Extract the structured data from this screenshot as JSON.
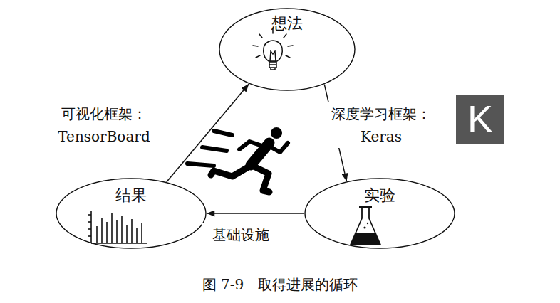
{
  "diagram": {
    "caption": "图 7-9　取得进展的循环",
    "nodes": [
      {
        "text": [
          "想法"
        ]
      },
      {
        "text": [
          "结果"
        ]
      },
      {
        "text": [
          "实验"
        ]
      }
    ],
    "edges": [
      {
        "from": 0,
        "to": 2,
        "arrow": "to",
        "label": "深度学习框架： Keras"
      },
      {
        "from": 2,
        "to": 1,
        "arrow": "to",
        "label": "基础设施"
      },
      {
        "from": 1,
        "to": 0,
        "arrow": "to",
        "label": "可视化框架： TensorBoard"
      }
    ],
    "labels": [
      "K"
    ]
  }
}
